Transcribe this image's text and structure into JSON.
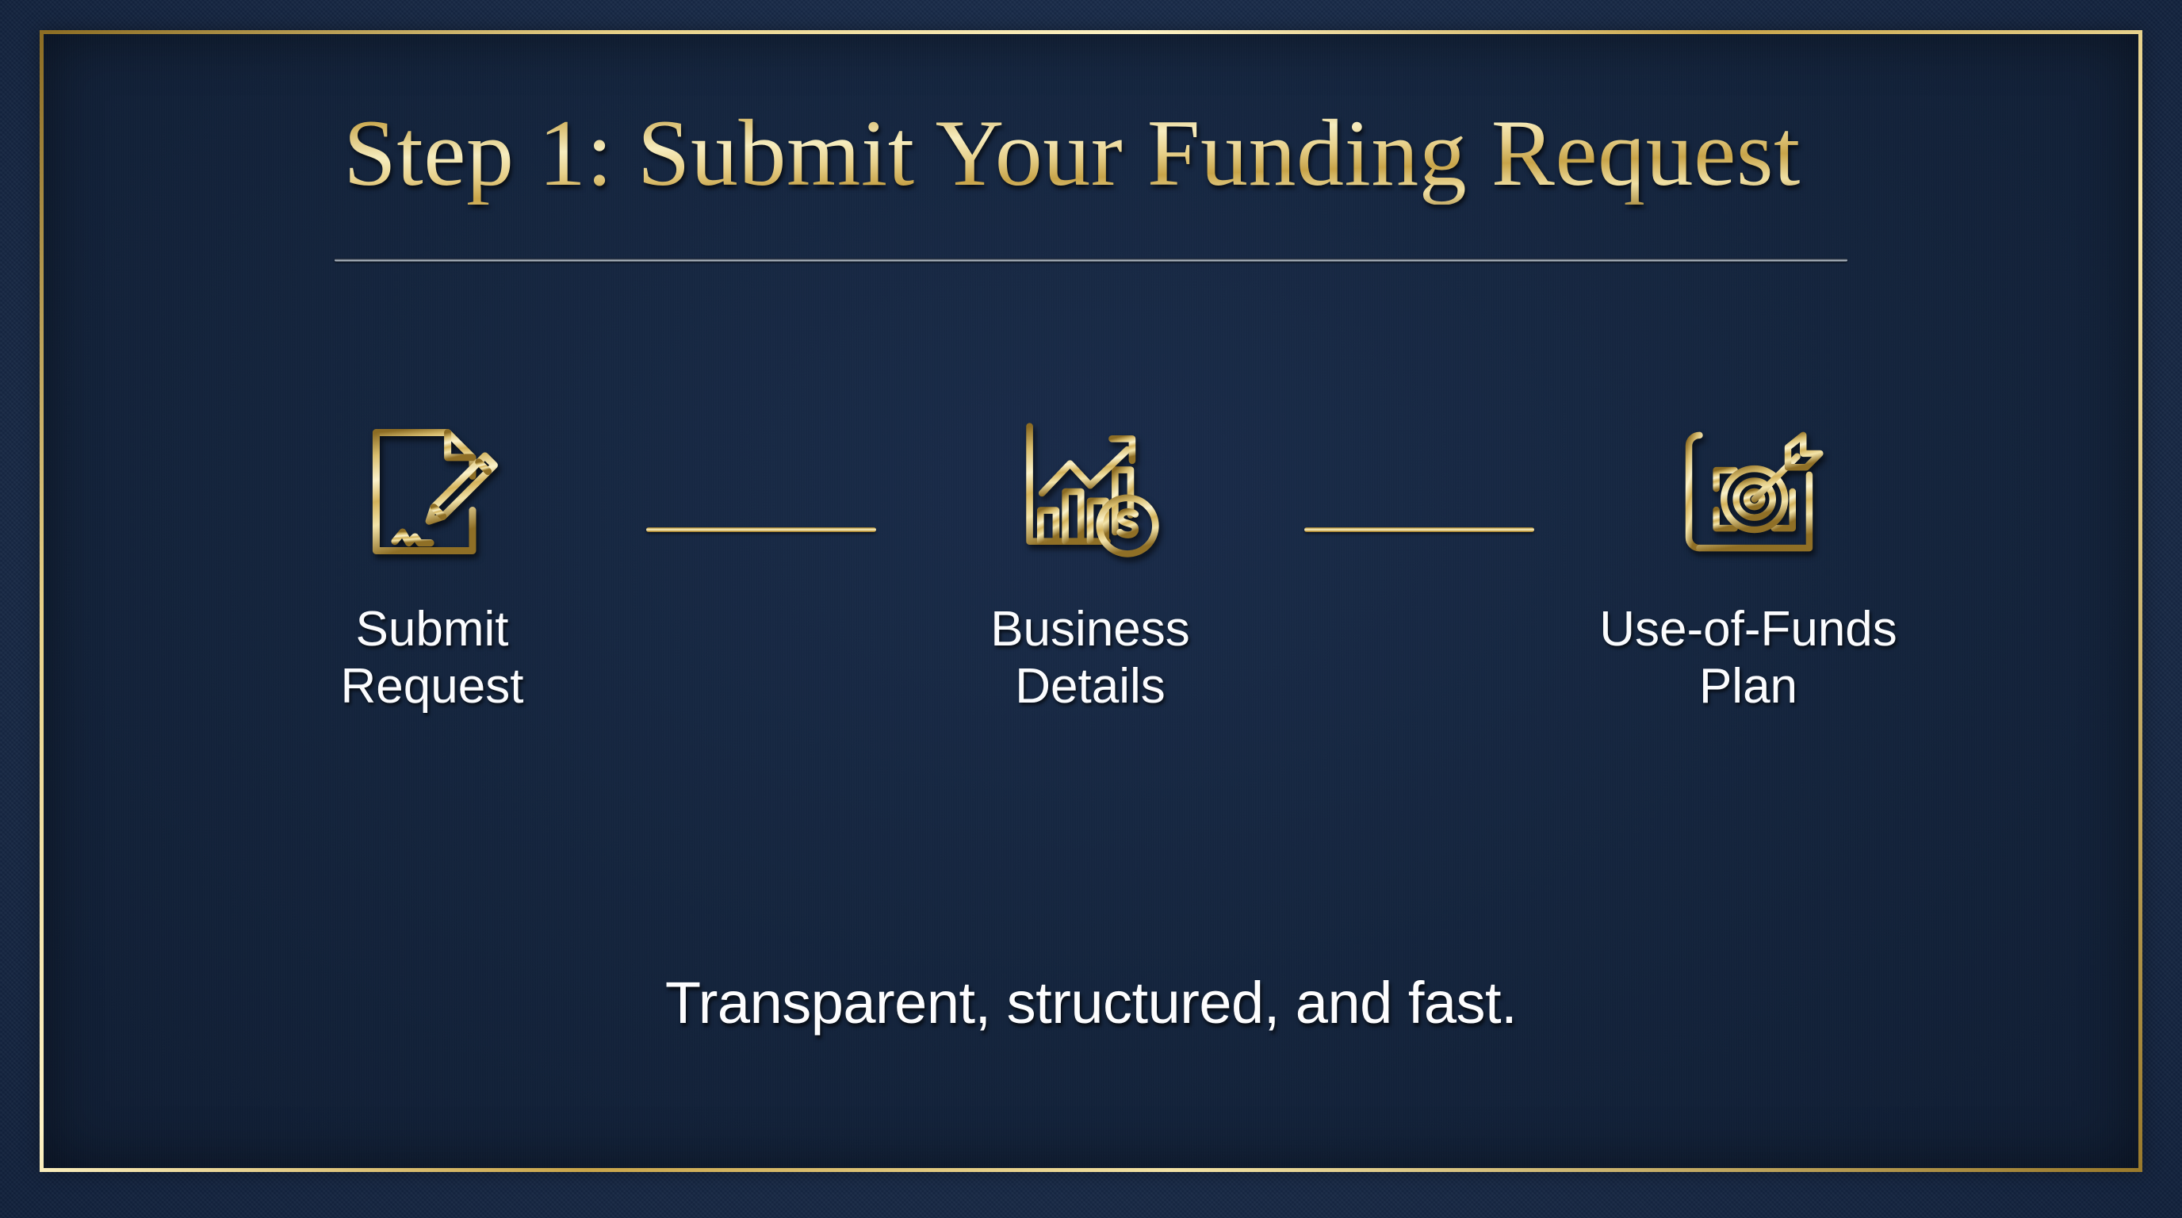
{
  "slide": {
    "title": "Step 1: Submit Your Funding Request",
    "tagline": "Transparent, structured, and fast.",
    "colors": {
      "outer_background": "#1b3052",
      "panel_background": "#14243d",
      "frame_gold": "#c9a54a",
      "gold_light": "#f6ecbe",
      "gold_dark": "#8a6b22",
      "text_white": "#fbfcfe",
      "rule_silver": "#b9c2cc"
    },
    "steps": [
      {
        "label": "Submit\nRequest",
        "icon": "document-pen-signature-icon"
      },
      {
        "label": "Business\nDetails",
        "icon": "bar-chart-growth-dollar-icon"
      },
      {
        "label": "Use-of-Funds\nPlan",
        "icon": "blueprint-target-arrow-icon"
      }
    ],
    "connectors": [
      {
        "name": "connector-1"
      },
      {
        "name": "connector-2"
      }
    ]
  }
}
